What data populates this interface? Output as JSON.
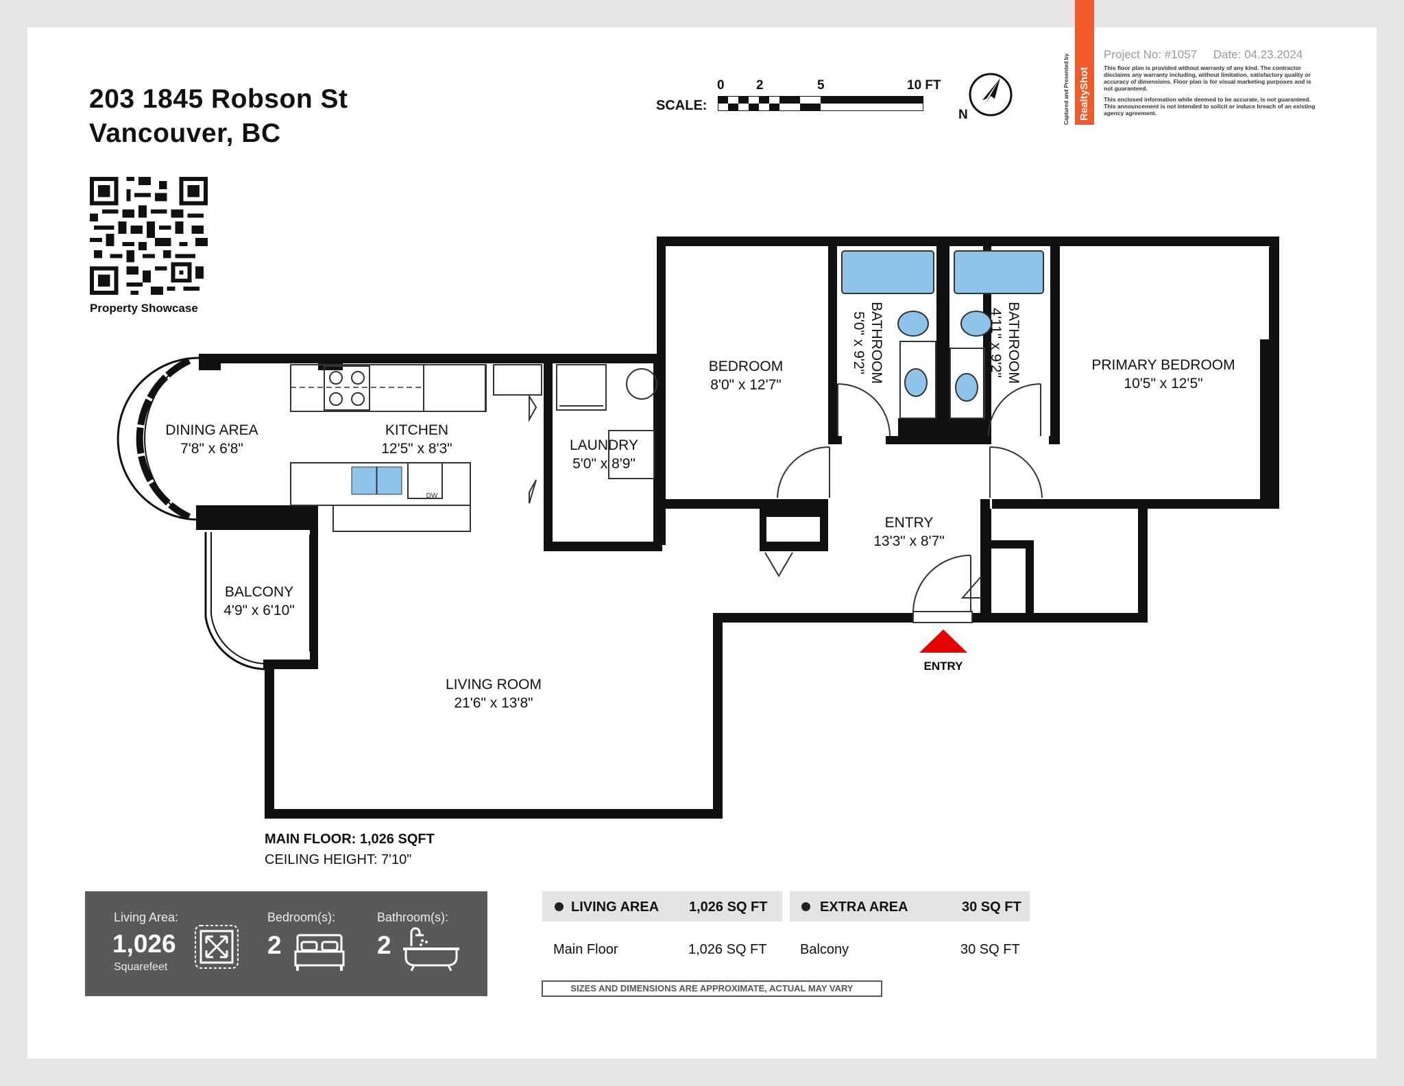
{
  "address": {
    "line1": "203 1845 Robson St",
    "line2": "Vancouver, BC"
  },
  "qr": {
    "caption": "Property Showcase"
  },
  "scale": {
    "label": "SCALE:",
    "ticks": [
      "0",
      "2",
      "5",
      "10 FT"
    ]
  },
  "compass": {
    "label": "N"
  },
  "brand": {
    "name": "RealtyShot",
    "captured": "Captured and Presented by",
    "project": "Project No: #1057",
    "date": "Date: 04.23.2024",
    "disclaimer1": "This floor plan is provided without warranty of any kind. The contractor disclaims any warranty including, without limitation, satisfactory quality or accuracy of dimensions. Floor plan is for visual marketing purposes and is not guaranteed.",
    "disclaimer2": "This enclosed information while deemed to be accurate, is not guaranteed. This announcement is not intended to solicit or induce breach of an existing agency agreement."
  },
  "rooms": {
    "dining": {
      "name": "DINING AREA",
      "dims": "7'8\" x 6'8\""
    },
    "kitchen": {
      "name": "KITCHEN",
      "dims": "12'5\" x 8'3\""
    },
    "laundry": {
      "name": "LAUNDRY",
      "dims": "5'0\" x 8'9\""
    },
    "bedroom": {
      "name": "BEDROOM",
      "dims": "8'0\" x 12'7\""
    },
    "bath1": {
      "name": "BATHROOM",
      "dims": "5'0\" x 9'2\""
    },
    "bath2": {
      "name": "BATHROOM",
      "dims": "4'11\" x 9'2\""
    },
    "primary": {
      "name": "PRIMARY BEDROOM",
      "dims": "10'5\" x 12'5\""
    },
    "entry": {
      "name": "ENTRY",
      "dims": "13'3\" x 8'7\""
    },
    "balcony": {
      "name": "BALCONY",
      "dims": "4'9\" x 6'10\""
    },
    "living": {
      "name": "LIVING ROOM",
      "dims": "21'6\" x 13'8\""
    }
  },
  "appliances": {
    "dw": "DW"
  },
  "entry_marker": {
    "label": "ENTRY",
    "color": "#e60000"
  },
  "floor_info": {
    "main_floor": "MAIN FLOOR: 1,026 SQFT",
    "ceiling": "CEILING HEIGHT: 7'10\""
  },
  "summary": {
    "living_label": "Living Area:",
    "living_value": "1,026",
    "living_unit": "Squarefeet",
    "living_icon": "expand-icon",
    "bed_label": "Bedroom(s):",
    "bed_value": "2",
    "bed_icon": "bed-icon",
    "bath_label": "Bathroom(s):",
    "bath_value": "2",
    "bath_icon": "bathtub-icon"
  },
  "area_table": {
    "living_header": "LIVING AREA",
    "living_total": "1,026 SQ FT",
    "living_rows": [
      {
        "name": "Main Floor",
        "value": "1,026 SQ FT"
      }
    ],
    "extra_header": "EXTRA AREA",
    "extra_total": "30 SQ FT",
    "extra_rows": [
      {
        "name": "Balcony",
        "value": "30 SQ FT"
      }
    ]
  },
  "approx_note": "SIZES AND DIMENSIONS ARE APPROXIMATE, ACTUAL MAY VARY",
  "colors": {
    "wall": "#111111",
    "fixture_blue": "#8ec4ea",
    "panel": "#595959",
    "brand": "#f15a29"
  }
}
